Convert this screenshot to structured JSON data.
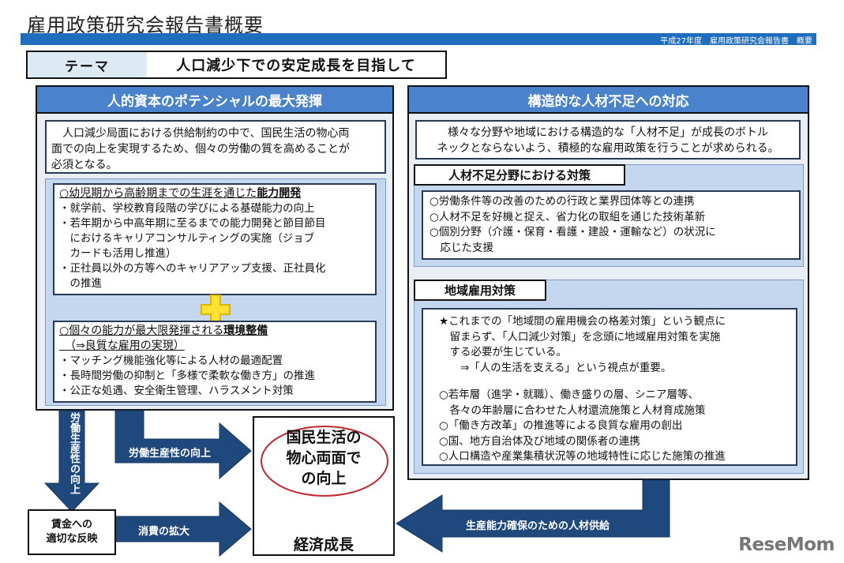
{
  "header": {
    "title": "雇用政策研究会報告書概要",
    "bar_caption": "平成27年度　雇用政策研究会報告書　概要"
  },
  "theme": {
    "label": "テーマ",
    "value": "人口減少下での安定成長を目指して"
  },
  "left_panel": {
    "heading": "人的資本のポテンシャルの最大発揮",
    "intro": [
      "　人口減少局面における供給制約の中で、国民生活の物心両",
      "面での向上を実現するため、個々の労働の質を高めることが",
      "必須となる。"
    ],
    "box1": {
      "title_prefix": "○幼児期から高齢期までの生涯を通じた",
      "title_bold": "能力開発",
      "lines": [
        "・就学前、学校教育段階の学びによる基礎能力の向上",
        "・若年期から中高年期に至るまでの能力開発と節目節目",
        "　におけるキャリアコンサルティングの実施（ジョブ",
        "　カードも活用し推進）",
        "・正社員以外の方等へのキャリアアップ支援、正社員化",
        "　の推進"
      ]
    },
    "plus_symbol": "+",
    "box2": {
      "title_prefix": "○個々の能力が最大限発揮される",
      "title_bold": "環境整備",
      "subtitle": "　（⇒良質な雇用の実現）",
      "lines": [
        "・マッチング機能強化等による人材の最適配置",
        "・長時間労働の抑制と「多様で柔軟な働き方」の推進",
        "・公正な処遇、安全衛生管理、ハラスメント対策"
      ]
    }
  },
  "right_panel": {
    "heading": "構造的な人材不足への対応",
    "intro": [
      "様々な分野や地域における構造的な「人材不足」が成長のボトル",
      "ネックとならないよう、積極的な雇用政策を行うことが求められる。"
    ],
    "section1": {
      "tab": "人材不足分野における対策",
      "lines": [
        "○労働条件等の改善のための行政と業界団体等との連携",
        "○人材不足を好機と捉え、省力化の取組を通じた技術革新",
        "○個別分野（介護・保育・看護・建設・運輸など）の状況に",
        "　応じた支援"
      ]
    },
    "section2": {
      "tab": "地域雇用対策",
      "lines_a": [
        "★これまでの「地域間の雇用機会の格差対策」という観点に",
        "　留まらず、「人口減少対策」を念頭に地域雇用対策を実施",
        "　する必要が生じている。",
        "　　⇒「人の生活を支える」という視点が重要。"
      ],
      "lines_b": [
        "○若年層（進学・就職）、働き盛りの層、シニア層等、",
        "　各々の年齢層に合わせた人材還流施策と人材育成施策",
        "○「働き方改革」の推進等による良質な雇用の創出",
        "○国、地方自治体及び地域の関係者の連携",
        "○人口構造や産業集積状況等の地域特性に応じた施策の推進"
      ]
    }
  },
  "flow": {
    "down_arrow_label": "労働生産性の向上",
    "right_arrow_top_label": "労働生産性の向上",
    "wage_box": [
      "賃金への",
      "適切な反映"
    ],
    "right_arrow_bottom_label": "消費の拡大",
    "center_goal": [
      "国民生活の",
      "物心両面で",
      "の向上"
    ],
    "center_base": "経済成長",
    "left_arrow_label": "生産能力確保のための人材供給"
  },
  "colors": {
    "header_bar": "#1f6ebd",
    "panel_head": "#4a83cc",
    "arrow": "#1f497d",
    "plus": "#ffe135",
    "goal_ellipse": "#c0282d"
  },
  "watermark": "ReseMom"
}
